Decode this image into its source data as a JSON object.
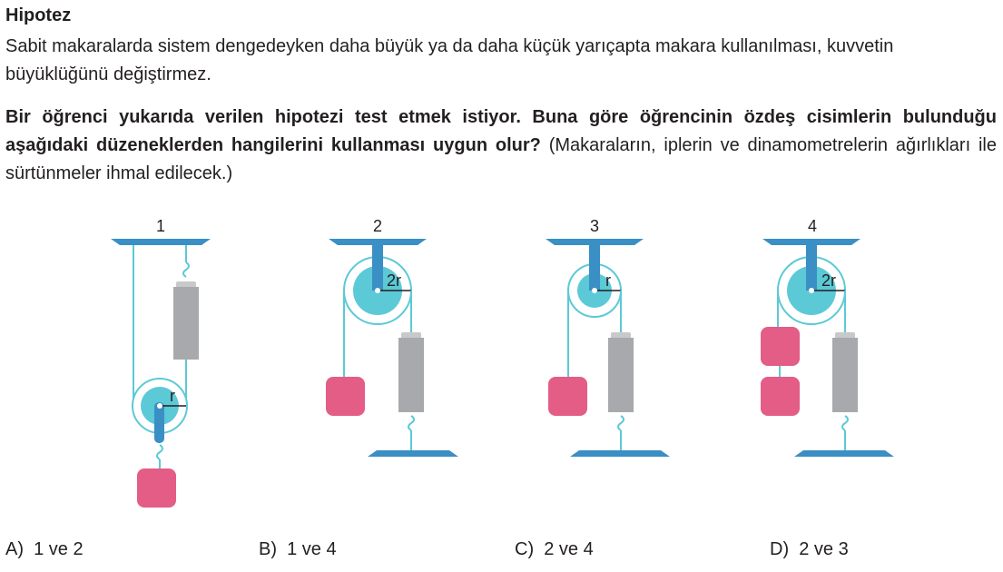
{
  "hypothesis": {
    "title": "Hipotez",
    "text": "Sabit makaralarda sistem dengedeyken daha büyük ya da daha küçük yarıçapta makara kullanılması, kuvvetin büyüklüğünü değiştirmez."
  },
  "question": {
    "bold": "Bir öğrenci yukarıda verilen hipotezi test etmek istiyor. Buna göre öğrencinin özdeş cisimlerin bulunduğu aşağıdaki düzeneklerden hangilerini kullanması uygun olur?",
    "note": "(Makaraların, iplerin ve dinamometrelerin ağırlıkları ile sürtünmeler ihmal edilecek.)"
  },
  "setups": [
    {
      "number": "1",
      "radius_label": "r"
    },
    {
      "number": "2",
      "radius_label": "2r"
    },
    {
      "number": "3",
      "radius_label": "r"
    },
    {
      "number": "4",
      "radius_label": "2r"
    }
  ],
  "choices": [
    {
      "letter": "A)",
      "text": "1 ve 2"
    },
    {
      "letter": "B)",
      "text": "1 ve 4"
    },
    {
      "letter": "C)",
      "text": "2 ve 4"
    },
    {
      "letter": "D)",
      "text": "2 ve 3"
    }
  ],
  "colors": {
    "ceiling": "#3a8fc4",
    "rope": "#5cc9d6",
    "pulley": "#5cc9d6",
    "mass": "#e35d86",
    "dynamometer": "#a7a9ac"
  }
}
